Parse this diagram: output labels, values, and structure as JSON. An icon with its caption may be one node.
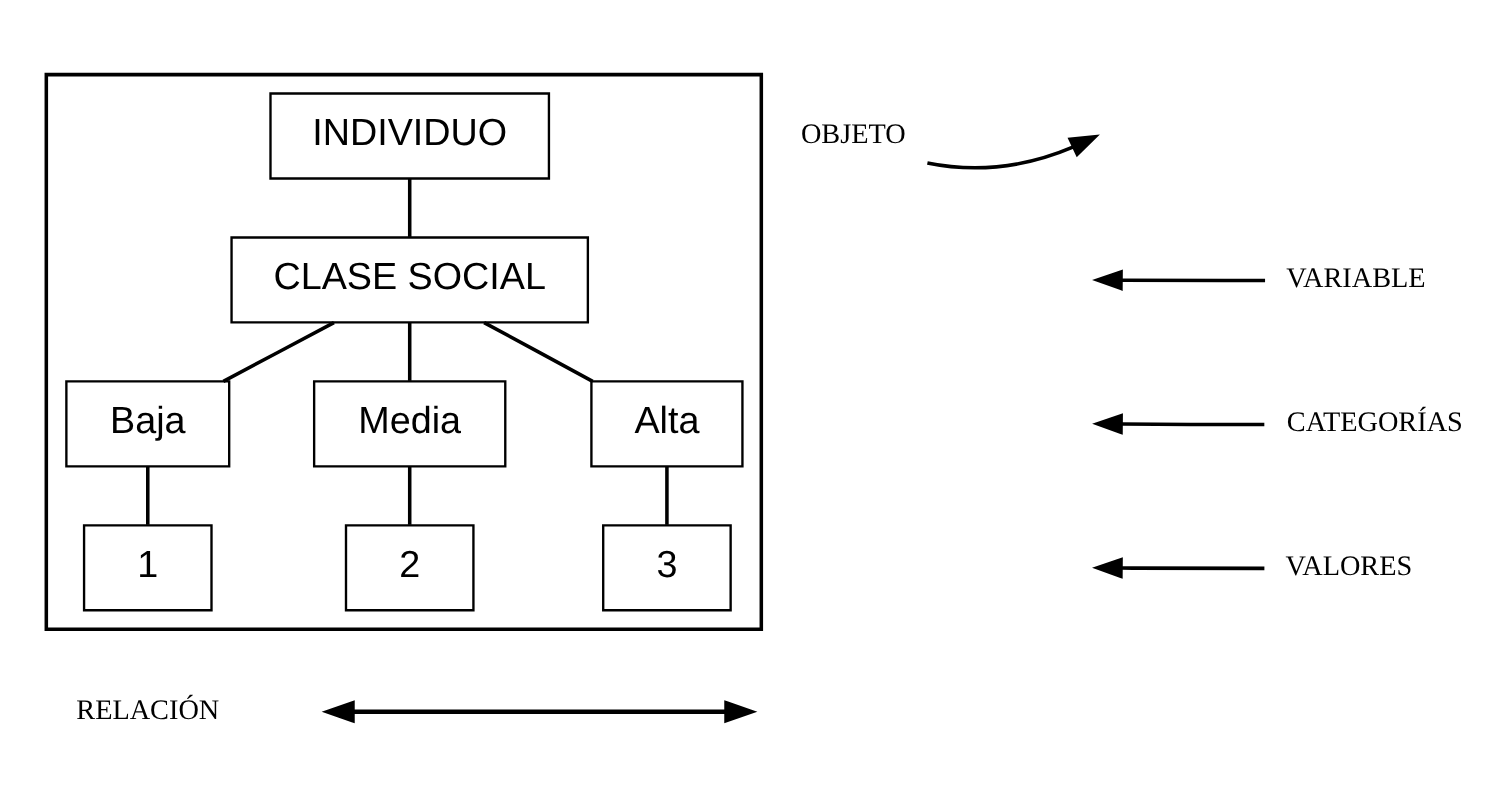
{
  "diagram": {
    "nodes": [
      {
        "text": [],
        "shape": "box"
      },
      {
        "text": [
          "INDIVIDUO"
        ],
        "in": 0
      },
      {
        "text": [
          "CLASE SOCIAL"
        ],
        "in": 0
      },
      {
        "text": [
          "Baja"
        ],
        "in": 0
      },
      {
        "text": [
          "Media"
        ],
        "in": 0
      },
      {
        "text": [
          "Alta"
        ],
        "in": 0
      },
      {
        "text": [
          "1"
        ],
        "in": 0
      },
      {
        "text": [
          "2"
        ],
        "in": 0
      },
      {
        "text": [
          "3"
        ],
        "in": 0
      },
      {
        "text": [
          "OBJETO"
        ]
      },
      {
        "text": [
          "VARIABLE"
        ]
      },
      {
        "text": [
          "CATEGORÍAS"
        ]
      },
      {
        "text": [
          "VALORES"
        ]
      }
    ],
    "edges": [
      {
        "from": 1,
        "to": 2,
        "arrow": "none"
      },
      {
        "from": 2,
        "to": 3,
        "arrow": "none"
      },
      {
        "from": 2,
        "to": 4,
        "arrow": "none"
      },
      {
        "from": 2,
        "to": 5,
        "arrow": "none"
      },
      {
        "from": 3,
        "to": 6,
        "arrow": "none"
      },
      {
        "from": 4,
        "to": 7,
        "arrow": "none"
      },
      {
        "from": 5,
        "to": 8,
        "arrow": "none"
      },
      {
        "from": 9,
        "to": null,
        "arrow": "to"
      },
      {
        "from": 10,
        "to": null,
        "arrow": "to"
      },
      {
        "from": 11,
        "to": null,
        "arrow": "to"
      },
      {
        "from": 12,
        "to": null,
        "arrow": "to"
      }
    ],
    "labels": [
      "RELACIÓN"
    ]
  }
}
